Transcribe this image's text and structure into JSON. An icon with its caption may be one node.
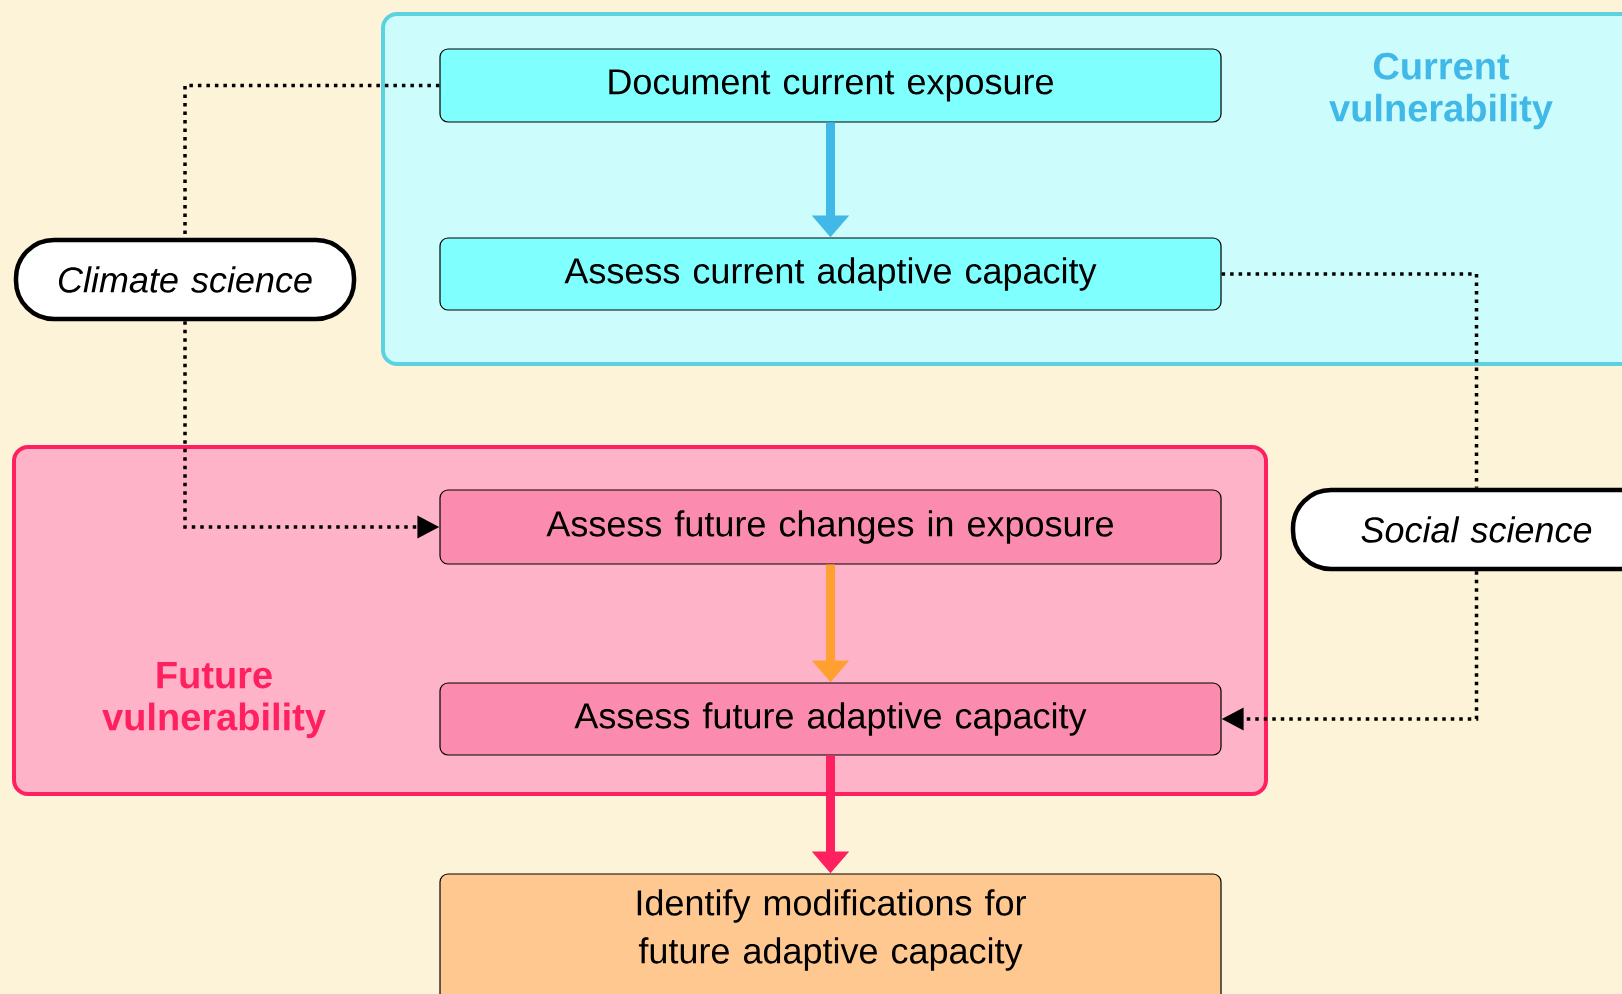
{
  "diagram": {
    "nodes": [
      {
        "text": [
          "Current vulnerability"
        ]
      },
      {
        "text": [
          "Document current exposure"
        ],
        "in": 0
      },
      {
        "text": [
          "Assess current adaptive capacity"
        ],
        "in": 0
      },
      {
        "text": [
          "Climate science"
        ]
      },
      {
        "text": [
          "Future vulnerability"
        ]
      },
      {
        "text": [
          "Assess future changes in exposure"
        ],
        "in": 4
      },
      {
        "text": [
          "Assess future adaptive capacity"
        ],
        "in": 4
      },
      {
        "text": [
          "Social science"
        ]
      },
      {
        "text": [
          "Identify modifications for future adaptive capacity"
        ]
      }
    ],
    "edges": [
      {
        "from": 1,
        "to": 2,
        "arrow": "to",
        "style": "thick",
        "color": "#40b8e8"
      },
      {
        "from": 5,
        "to": 6,
        "arrow": "to",
        "style": "thick",
        "color": "#ffa030"
      },
      {
        "from": 6,
        "to": 8,
        "arrow": "to",
        "style": "thick",
        "color": "#ff2060"
      },
      {
        "from": 1,
        "to": 3,
        "arrow": "none",
        "style": "dashed"
      },
      {
        "from": 3,
        "to": 5,
        "arrow": "to",
        "style": "dashed"
      },
      {
        "from": 2,
        "to": 7,
        "arrow": "none",
        "style": "dashed"
      },
      {
        "from": 7,
        "to": 6,
        "arrow": "to",
        "style": "dashed"
      }
    ]
  }
}
